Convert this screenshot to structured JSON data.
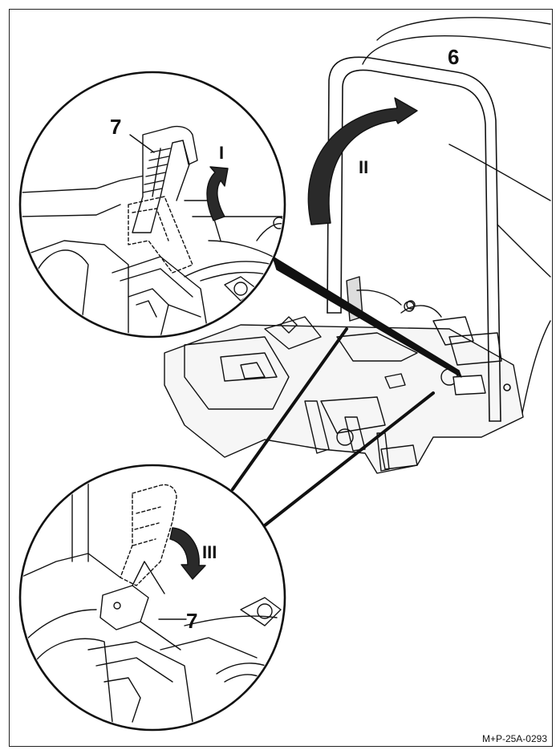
{
  "labels": {
    "part_6": "6",
    "part_7_top": "7",
    "step_I": "I",
    "step_II": "II",
    "step_III": "III",
    "part_7_bottom": "7"
  },
  "reference_code": "M+P-25A-0293",
  "colors": {
    "line": "#111111",
    "background": "#ffffff",
    "shade": "#e9e9e9"
  }
}
